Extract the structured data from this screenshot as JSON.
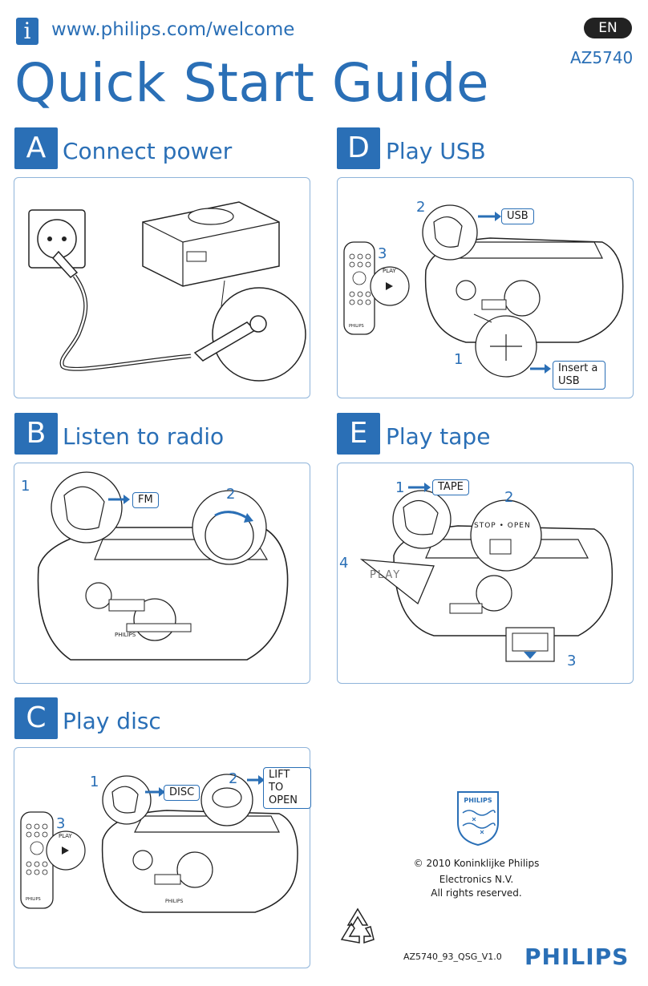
{
  "header": {
    "info_icon": "i",
    "url": "www.philips.com/welcome",
    "title": "Quick Start Guide",
    "lang": "EN",
    "model": "AZ5740"
  },
  "sections": {
    "a": {
      "letter": "A",
      "title": "Connect power"
    },
    "d": {
      "letter": "D",
      "title": "Play USB",
      "step1": "1",
      "step2": "2",
      "step3": "3",
      "tag_usb": "USB",
      "tag_insert": "Insert a USB",
      "remote_play": "PLAY",
      "remote_brand": "PHILIPS"
    },
    "b": {
      "letter": "B",
      "title": "Listen to radio",
      "step1": "1",
      "step2": "2",
      "tag_fm": "FM",
      "device_brand": "PHILIPS"
    },
    "e": {
      "letter": "E",
      "title": "Play tape",
      "step1": "1",
      "step2": "2",
      "step3": "3",
      "step4": "4",
      "tag_tape": "TAPE",
      "stop_open": "STOP • OPEN",
      "play": "PLAY"
    },
    "c": {
      "letter": "C",
      "title": "Play disc",
      "step1": "1",
      "step2": "2",
      "step3": "3",
      "tag_disc": "DISC",
      "tag_lift": "LIFT TO OPEN",
      "remote_play": "PLAY",
      "remote_brand": "PHILIPS",
      "device_brand": "PHILIPS"
    }
  },
  "footer": {
    "shield_brand": "PHILIPS",
    "copyright_1": "© 2010 Koninklijke Philips",
    "copyright_2": "Electronics N.V.",
    "copyright_3": "All rights reserved.",
    "doc_code": "AZ5740_93_QSG_V1.0",
    "brand": "PHILIPS"
  },
  "colors": {
    "accent": "#2a6fb6",
    "panel_border": "#8fb4da",
    "badge_dark": "#222222"
  },
  "icons": [
    "info-icon",
    "recycle-icon",
    "philips-shield-icon",
    "arrow-right-icon",
    "play-icon"
  ]
}
